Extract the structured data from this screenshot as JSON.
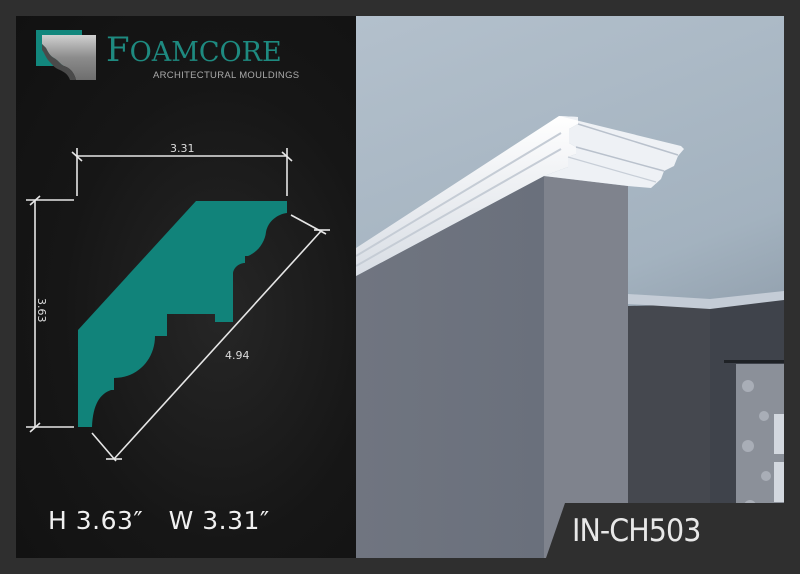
{
  "brand": {
    "name_initial": "F",
    "name_rest": "OAMCORE",
    "tagline": "ARCHITECTURAL MOULDINGS",
    "logo_icon": "crown-moulding-logo-icon",
    "accent_color": "#11837a"
  },
  "profile_drawing": {
    "fill_color": "#11837a",
    "width_label": "3.31",
    "height_label": "3.63",
    "diagonal_label": "4.94"
  },
  "dimensions": {
    "text": "H 3.63″   W 3.31″",
    "height": "3.63",
    "width": "3.31",
    "unit": "in"
  },
  "product": {
    "code": "IN-CH503"
  },
  "colors": {
    "frame": "#2f2f2f",
    "panel": "#111111",
    "ceiling": "#aebbc8",
    "wall": "#6f7480"
  }
}
